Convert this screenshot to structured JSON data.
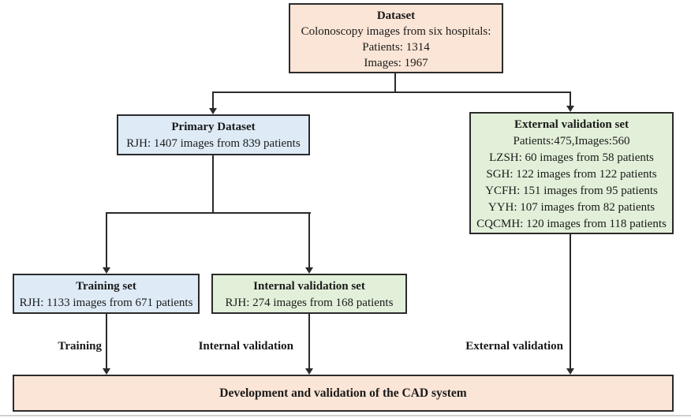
{
  "boxes": {
    "dataset": {
      "title": "Dataset",
      "lines": [
        "Colonoscopy images from six hospitals:",
        "Patients: 1314",
        "Images: 1967"
      ]
    },
    "primary": {
      "title": "Primary Dataset",
      "lines": [
        "RJH: 1407 images from 839 patients"
      ]
    },
    "external": {
      "title": "External validation set",
      "lines": [
        "Patients:475,Images:560",
        "LZSH: 60 images from 58 patients",
        "SGH: 122 images from 122 patients",
        "YCFH: 151 images from 95 patients",
        "YYH: 107 images from 82 patients",
        "CQCMH: 120 images from 118 patients"
      ]
    },
    "training": {
      "title": "Training set",
      "lines": [
        "RJH: 1133 images from 671 patients"
      ]
    },
    "internal": {
      "title": "Internal validation set",
      "lines": [
        "RJH: 274 images from 168 patients"
      ]
    },
    "cad": {
      "title": "Development and validation of the CAD system"
    }
  },
  "edge_labels": {
    "training": "Training",
    "internal": "Internal validation",
    "external": "External validation"
  },
  "colors": {
    "peach_box": "#FBE5D6",
    "blue_box": "#DEEBF7",
    "green_box": "#E2F0D9",
    "line": "#2B2B2B"
  }
}
